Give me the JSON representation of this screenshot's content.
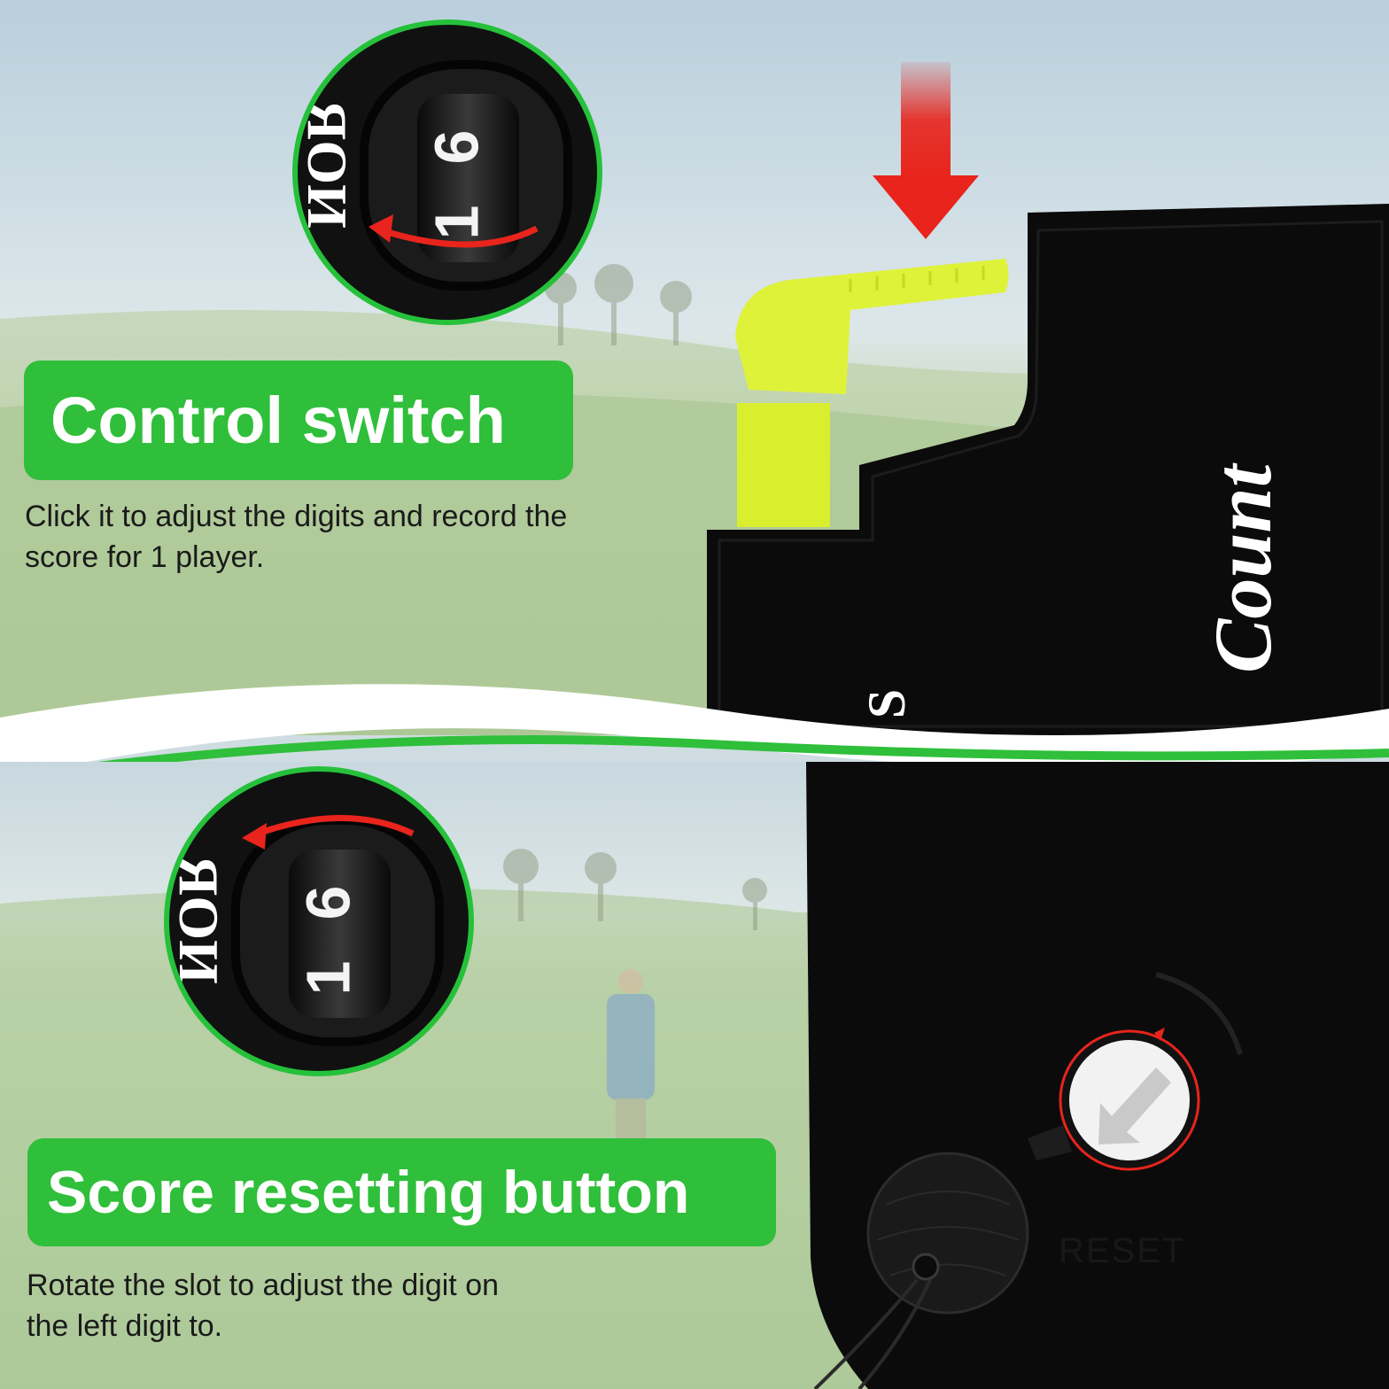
{
  "top": {
    "label": "Control switch",
    "description_line1": "Click it to adjust the digits and record the",
    "description_line2": "score for 1 player.",
    "zoom_digits": [
      "1",
      "6"
    ]
  },
  "bottom": {
    "label": "Score resetting button",
    "description_line1": "Rotate the slot to adjust the digit on",
    "description_line2": "the left digit to.",
    "zoom_digits": [
      "1",
      "6"
    ],
    "reset_text": "RESET"
  },
  "device": {
    "brand_text": "Count",
    "brand_prefix": "S"
  },
  "colors": {
    "accent_green": "#2fbf3a",
    "lever_yellow": "#dff23a",
    "arrow_red": "#e8241c"
  },
  "icons": {
    "press_arrow": "arrow-down-icon",
    "rotate_arrow": "curved-arrow-icon"
  }
}
